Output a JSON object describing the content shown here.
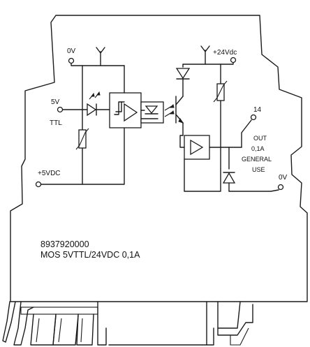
{
  "labels": {
    "in_0v": "0V",
    "in_5v": "5V",
    "in_ttl": "TTL",
    "in_5vdc": "+5VDC",
    "out_24vdc": "+24Vdc",
    "out_14": "14",
    "out_line1": "OUT",
    "out_line2": "0,1A",
    "out_line3": "GENERAL",
    "out_line4": "USE",
    "out_0v": "0V"
  },
  "product": {
    "part_number": "8937920000",
    "description": "MOS 5VTTL/24VDC 0,1A"
  }
}
